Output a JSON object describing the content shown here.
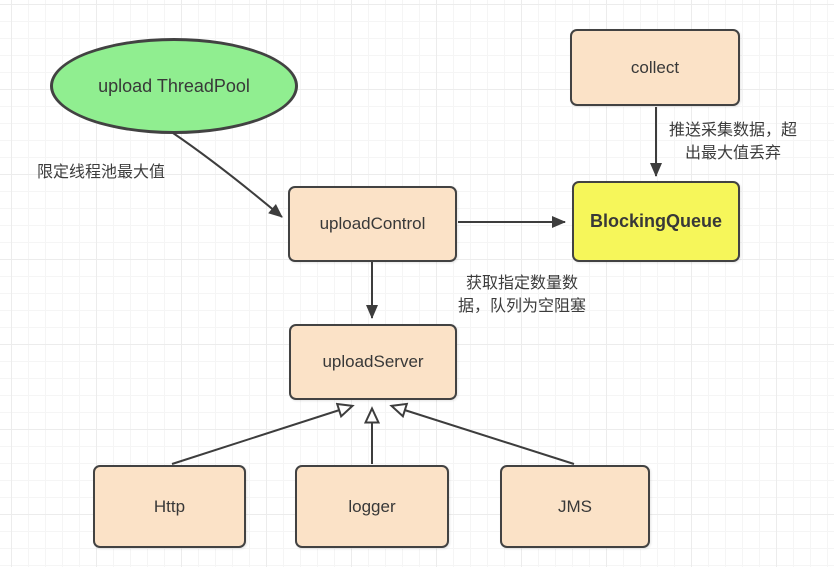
{
  "diagram": {
    "nodes": {
      "thread_pool": {
        "label": "upload ThreadPool",
        "shape": "ellipse",
        "fill": "#90ee90"
      },
      "collect": {
        "label": "collect",
        "shape": "rect",
        "fill": "#fbe2c7"
      },
      "upload_control": {
        "label": "uploadControl",
        "shape": "rect",
        "fill": "#fbe2c7"
      },
      "blocking_queue": {
        "label": "BlockingQueue",
        "shape": "rect",
        "fill": "#f6f65a"
      },
      "upload_server": {
        "label": "uploadServer",
        "shape": "rect",
        "fill": "#fbe2c7"
      },
      "http": {
        "label": "Http",
        "shape": "rect",
        "fill": "#fbe2c7"
      },
      "logger": {
        "label": "logger",
        "shape": "rect",
        "fill": "#fbe2c7"
      },
      "jms": {
        "label": "JMS",
        "shape": "rect",
        "fill": "#fbe2c7"
      }
    },
    "annotations": {
      "limit": [
        "限定线程池最大值"
      ],
      "push": [
        "推送采集数据，超",
        "出最大值丢弃"
      ],
      "fetch": [
        "获取指定数量数",
        "据，队列为空阻塞"
      ]
    },
    "edges": [
      {
        "from": "thread_pool",
        "to": "upload_control",
        "arrow": "filled",
        "label": "限定线程池最大值"
      },
      {
        "from": "collect",
        "to": "blocking_queue",
        "arrow": "filled",
        "label": "推送采集数据，超出最大值丢弃"
      },
      {
        "from": "upload_control",
        "to": "blocking_queue",
        "arrow": "filled",
        "label": "获取指定数量数据，队列为空阻塞"
      },
      {
        "from": "upload_control",
        "to": "upload_server",
        "arrow": "filled",
        "label": ""
      },
      {
        "from": "http",
        "to": "upload_server",
        "arrow": "hollow",
        "label": ""
      },
      {
        "from": "logger",
        "to": "upload_server",
        "arrow": "hollow",
        "label": ""
      },
      {
        "from": "jms",
        "to": "upload_server",
        "arrow": "hollow",
        "label": ""
      }
    ],
    "colors": {
      "node_fill": "#fbe2c7",
      "queue_fill": "#f6f65a",
      "pool_fill": "#90ee90",
      "border": "#424242",
      "line": "#3d3d3d",
      "text": "#383838",
      "grid": "#ececec"
    }
  }
}
